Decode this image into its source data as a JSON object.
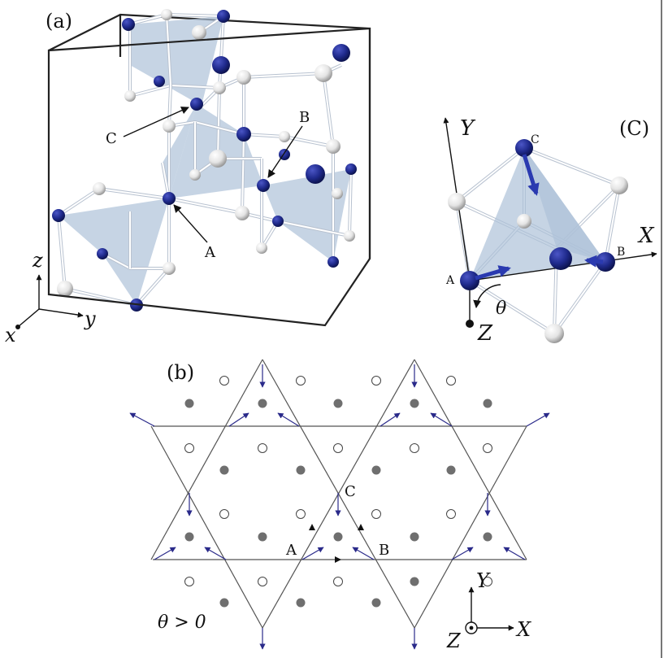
{
  "panel_a": {
    "label": "(a)",
    "site_labels": {
      "a": "A",
      "b": "B",
      "c": "C"
    },
    "axes": {
      "x": "x",
      "y": "y",
      "z": "z"
    }
  },
  "panel_c": {
    "label": "(C)",
    "site_labels": {
      "a": "A",
      "b": "B",
      "c": "C"
    },
    "axes": {
      "x": "X",
      "y": "Y",
      "z": "Z"
    },
    "angle": "θ"
  },
  "panel_b": {
    "label": "(b)",
    "site_labels": {
      "a": "A",
      "b": "B",
      "c": "C"
    },
    "condition": "θ > 0",
    "axes": {
      "x": "X",
      "y": "Y",
      "z": "Z"
    }
  },
  "colors": {
    "blue_site": "#1f2a8c",
    "white_site": "#e8e8e8",
    "tetra_fill": "#aec2d8",
    "gray_dot": "#6f6f6f",
    "arrow_blue": "#2a2a8a"
  }
}
